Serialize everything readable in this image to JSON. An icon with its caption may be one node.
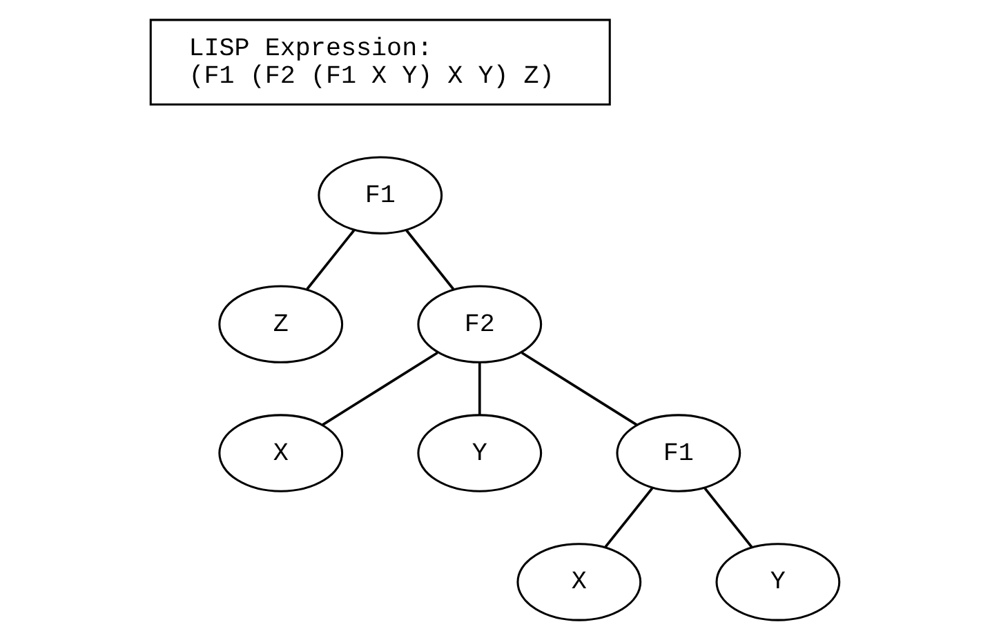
{
  "diagram": {
    "nodes": [
      {
        "text": [
          "LISP Expression:",
          "(F1 (F2 (F1 X Y) X Y) Z)"
        ]
      },
      {
        "text": [
          "F1"
        ]
      },
      {
        "text": [
          "Z"
        ]
      },
      {
        "text": [
          "F2"
        ]
      },
      {
        "text": [
          "X"
        ]
      },
      {
        "text": [
          "Y"
        ]
      },
      {
        "text": [
          "F1"
        ]
      },
      {
        "text": [
          "X"
        ]
      },
      {
        "text": [
          "Y"
        ]
      }
    ],
    "edges": [
      {
        "from": 1,
        "to": 2,
        "arrow": "none"
      },
      {
        "from": 1,
        "to": 3,
        "arrow": "none"
      },
      {
        "from": 3,
        "to": 4,
        "arrow": "none"
      },
      {
        "from": 3,
        "to": 5,
        "arrow": "none"
      },
      {
        "from": 3,
        "to": 6,
        "arrow": "none"
      },
      {
        "from": 6,
        "to": 7,
        "arrow": "none"
      },
      {
        "from": 6,
        "to": 8,
        "arrow": "none"
      }
    ]
  }
}
